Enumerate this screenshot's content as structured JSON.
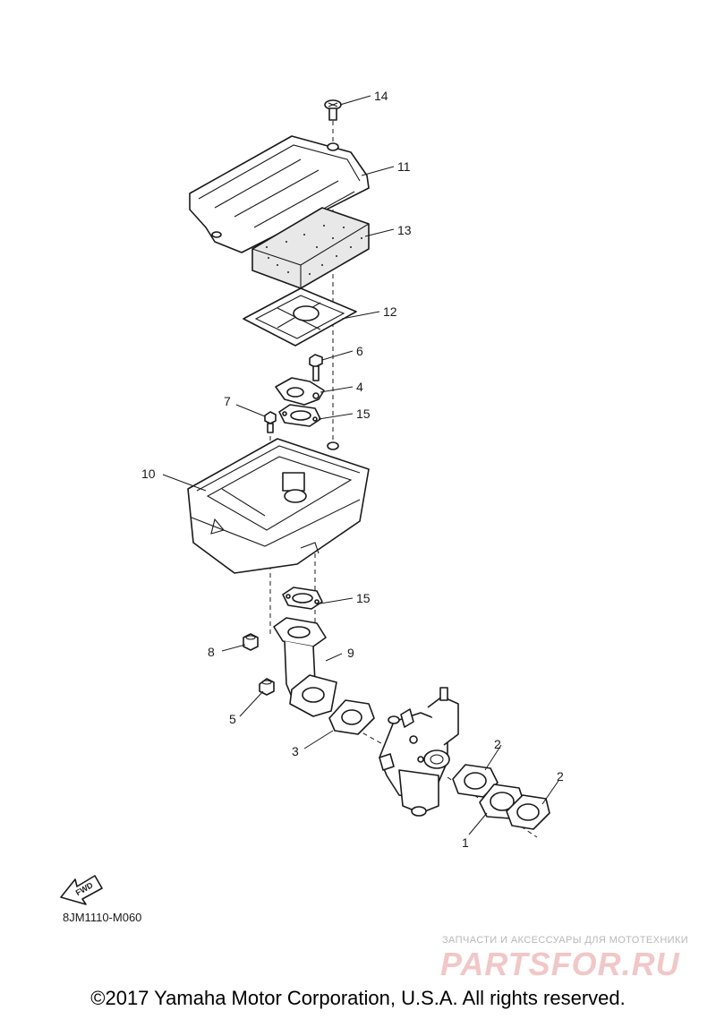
{
  "callouts": {
    "c14": "14",
    "c11": "11",
    "c13": "13",
    "c12": "12",
    "c6": "6",
    "c4": "4",
    "c7": "7",
    "c15a": "15",
    "c10": "10",
    "c15b": "15",
    "c9": "9",
    "c8": "8",
    "c5": "5",
    "c3": "3",
    "c2a": "2",
    "c2b": "2",
    "c1": "1"
  },
  "fwd_label": "FWD",
  "diagram_code": "8JM1110-M060",
  "watermark": {
    "tagline": "ЗАПЧАСТИ И АКСЕССУАРЫ ДЛЯ МОТОТЕХНИКИ",
    "logo_text": "PARTSFOR.RU"
  },
  "copyright": "©2017 Yamaha Motor Corporation, U.S.A. All rights reserved."
}
